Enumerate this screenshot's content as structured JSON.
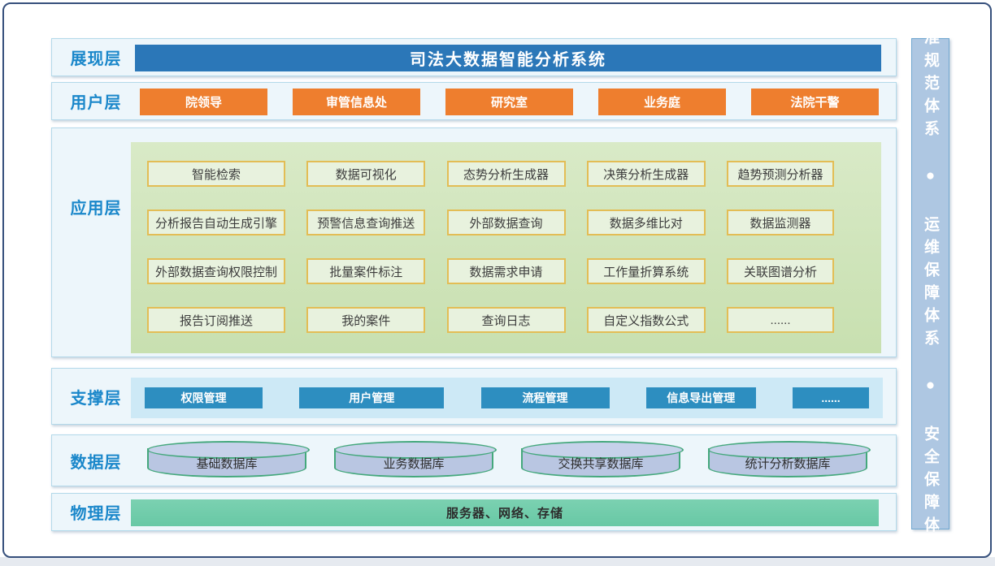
{
  "title_banner": "司法大数据智能分析系统",
  "layers": {
    "present": {
      "label": "展现层"
    },
    "user": {
      "label": "用户层",
      "roles": [
        "院领导",
        "审管信息处",
        "研究室",
        "业务庭",
        "法院干警"
      ]
    },
    "app": {
      "label": "应用层",
      "modules": [
        "智能检索",
        "数据可视化",
        "态势分析生成器",
        "决策分析生成器",
        "趋势预测分析器",
        "分析报告自动生成引擎",
        "预警信息查询推送",
        "外部数据查询",
        "数据多维比对",
        "数据监测器",
        "外部数据查询权限控制",
        "批量案件标注",
        "数据需求申请",
        "工作量折算系统",
        "关联图谱分析",
        "报告订阅推送",
        "我的案件",
        "查询日志",
        "自定义指数公式",
        "......"
      ]
    },
    "support": {
      "label": "支撑层",
      "services": [
        "权限管理",
        "用户管理",
        "流程管理",
        "信息导出管理",
        "......"
      ]
    },
    "data": {
      "label": "数据层",
      "databases": [
        "基础数据库",
        "业务数据库",
        "交换共享数据库",
        "统计分析数据库"
      ]
    },
    "physical": {
      "label": "物理层",
      "content": "服务器、网络、存储"
    }
  },
  "sidebar": {
    "text": "标准规范体系 ● 运维保障体系 ● 安全保障体系",
    "items": [
      "标准规范体系",
      "运维保障体系",
      "安全保障体系"
    ]
  },
  "colors": {
    "outer_border": "#36507c",
    "panel_bg": "#edf6fb",
    "panel_border": "#b3d9ea",
    "label_blue": "#1a87ca",
    "banner_blue": "#2b77b8",
    "orange": "#ee7e2e",
    "support_panel": "#cde9f6",
    "support_blue": "#2d8ec0",
    "app_box_fill": "#e8f2de",
    "app_box_border": "#e3bd55",
    "cyl_fill": "#b9c6e2",
    "cyl_border": "#44a87c",
    "physical_green": "#70cbaa",
    "sidebar_fill": "#aec7e2"
  }
}
